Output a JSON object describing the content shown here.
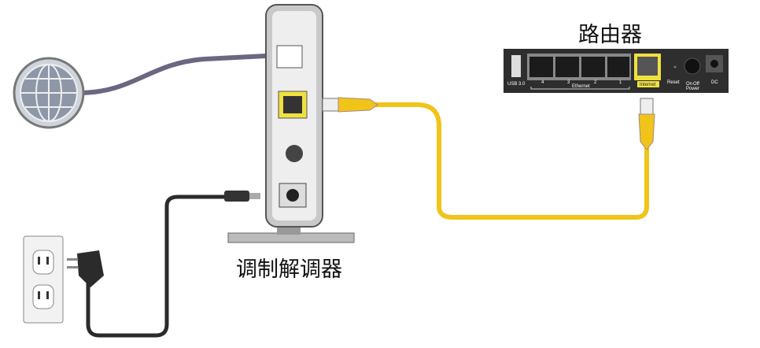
{
  "labels": {
    "router": "路由器",
    "modem": "调制解调器"
  },
  "router_panel": {
    "usb": "USB 3.0",
    "ports": [
      "4",
      "3",
      "2",
      "1"
    ],
    "ethernet": "Ethernet",
    "internet": "Internet",
    "reset": "Reset",
    "power": "Power",
    "on": "On",
    "off": "Off",
    "dc": "DC"
  },
  "colors": {
    "ethernet_cable": "#f0c419",
    "coax_cable": "#6a6880",
    "power_cable": "#2b2b2b",
    "router_body": "#2e2e2e"
  }
}
